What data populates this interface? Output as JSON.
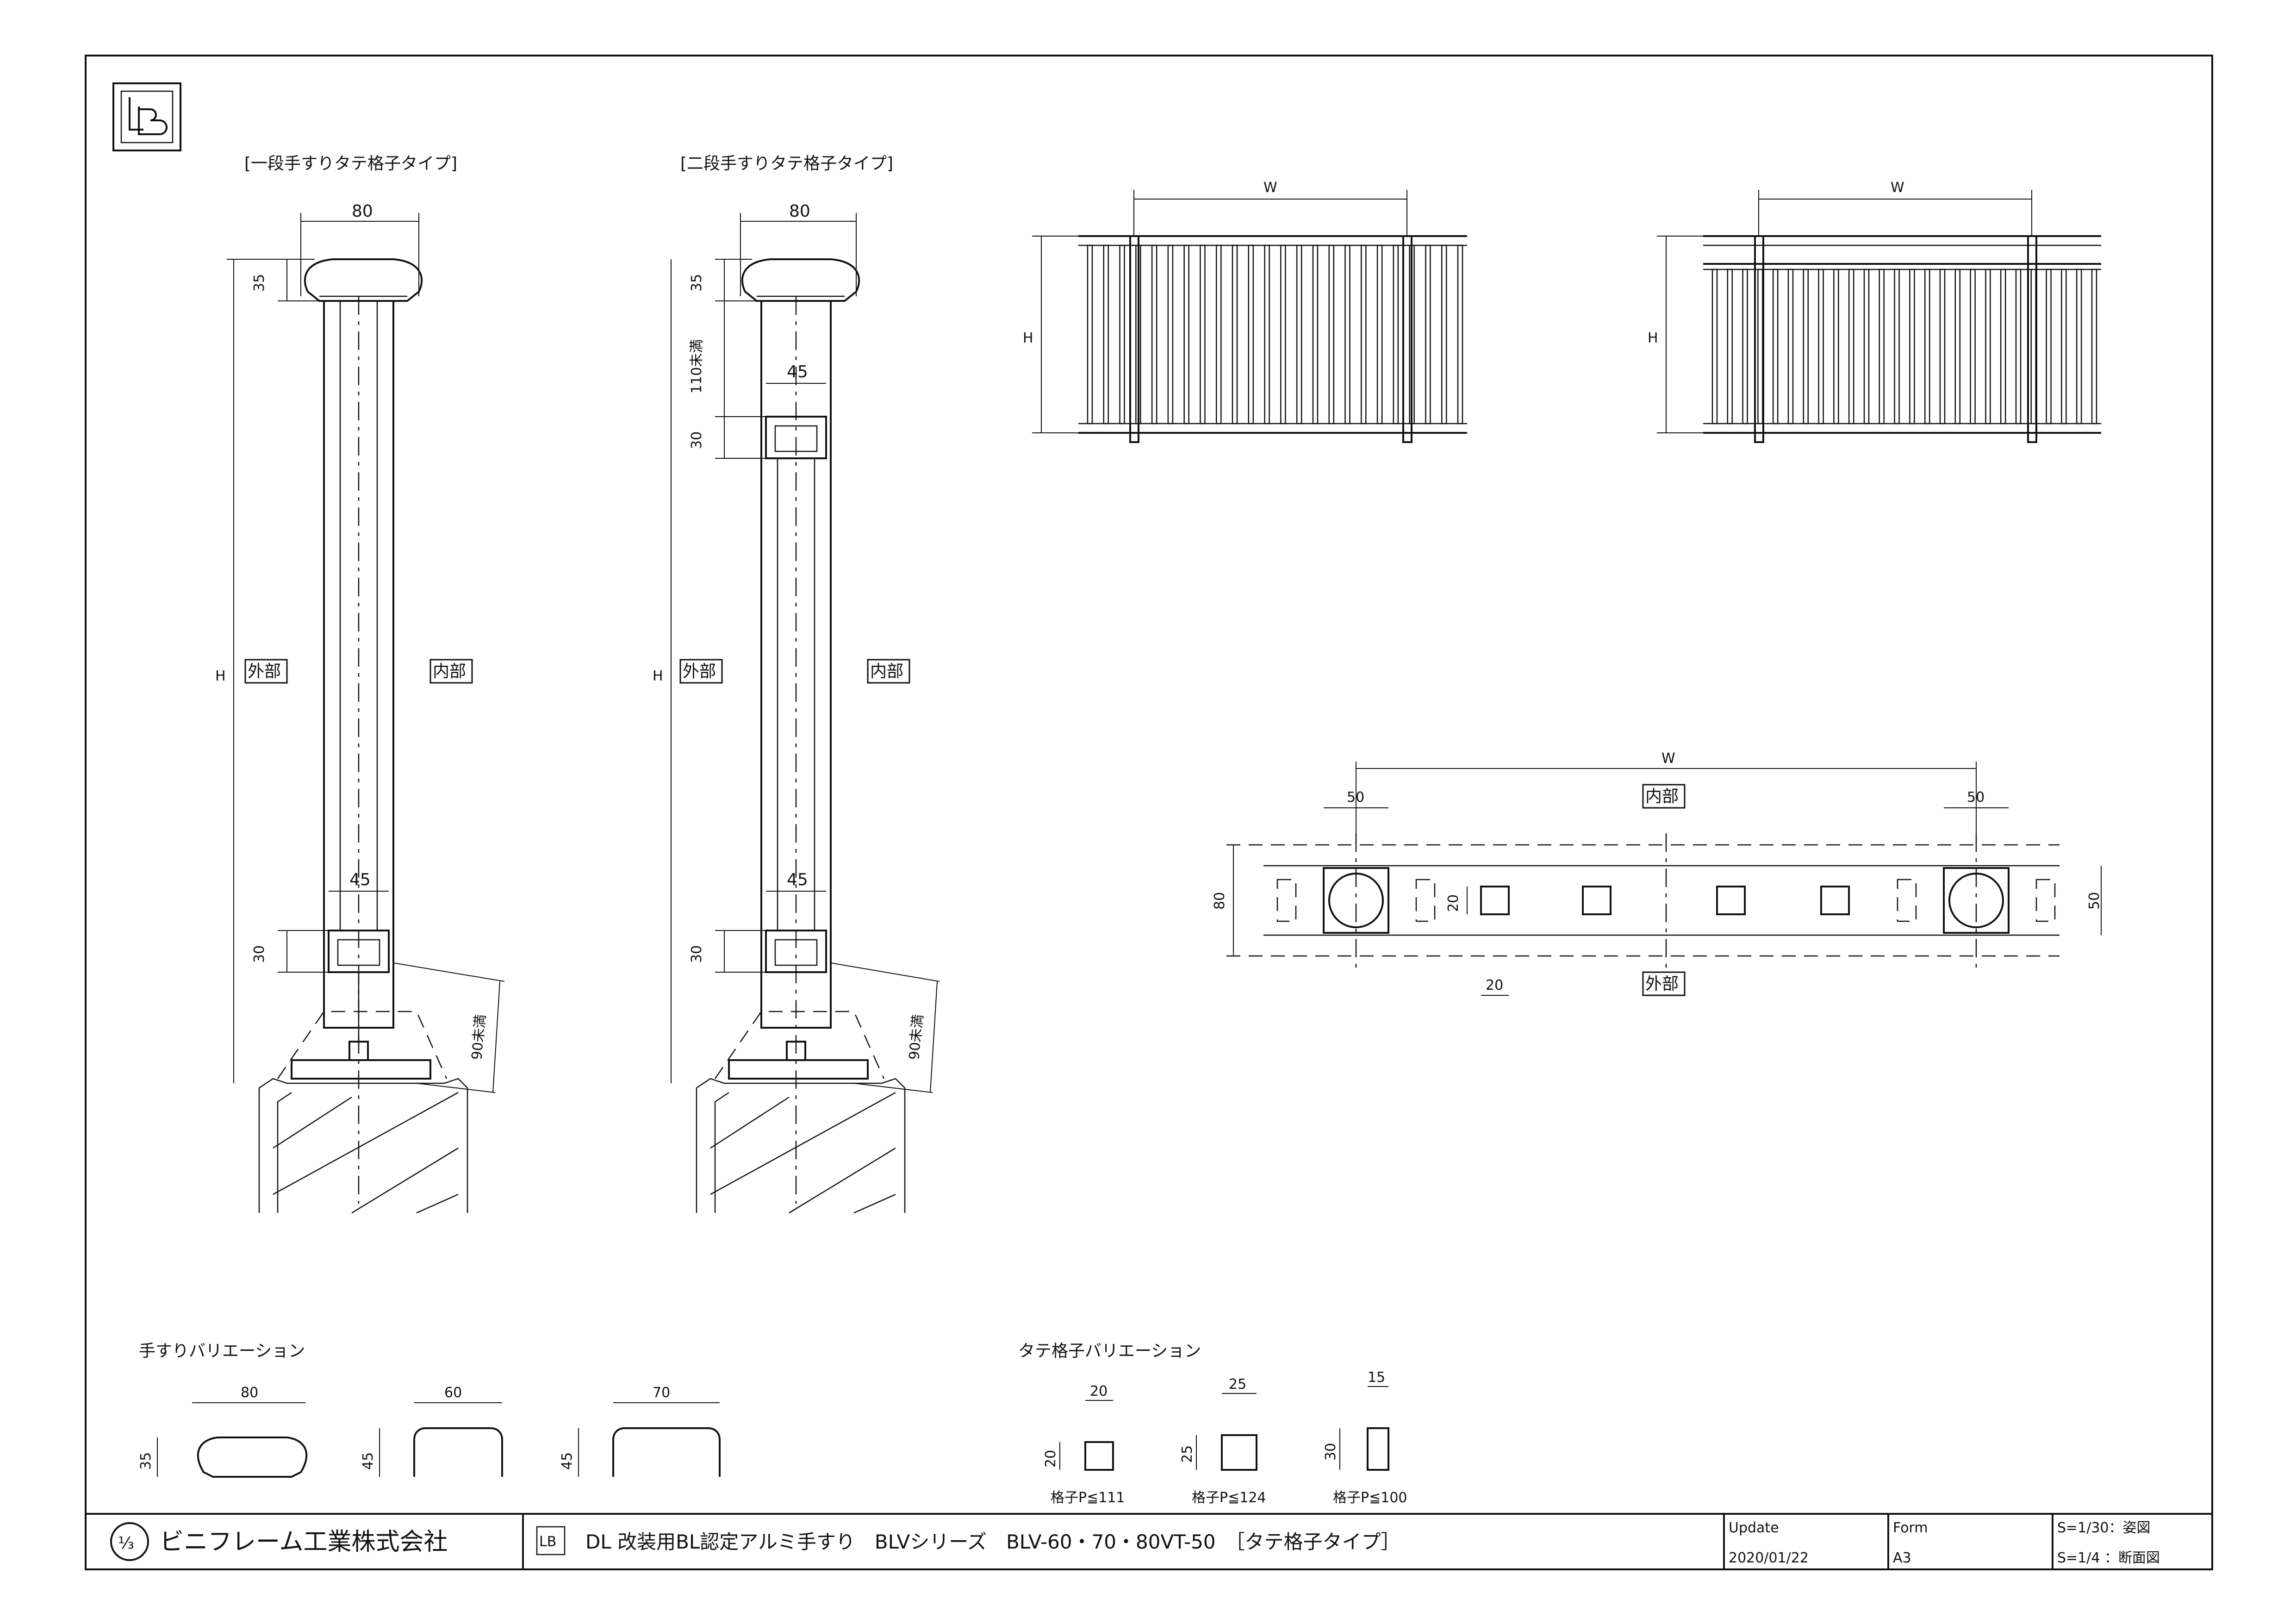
{
  "drawing": {
    "type1_title": "[一段手すりタテ格子タイプ]",
    "type2_title": "[二段手すりタテ格子タイプ]",
    "outside": "外部",
    "inside": "内部",
    "labels": {
      "w": "W",
      "h": "H",
      "d80": "80",
      "d35": "35",
      "d45": "45",
      "d30": "30",
      "d110": "110未満",
      "d90": "90未満",
      "d50": "50",
      "d20": "20",
      "d60": "60",
      "d70": "70",
      "d25": "25",
      "d15": "15"
    },
    "handrail_variation_title": "手すりバリエーション",
    "baluster_variation_title": "タテ格子バリエーション",
    "pitch": [
      "格子P≦111",
      "格子P≦124",
      "格子P≦100"
    ]
  },
  "title_block": {
    "company": "ビニフレーム工業株式会社",
    "logo_text": "LB",
    "drawing_title": "DL 改装用BL認定アルミ手すり　BLVシリーズ　BLV-60・70・80VT-50　［タテ格子タイプ］",
    "update_label": "Update",
    "update_value": "2020/01/22",
    "form_label": "Form",
    "form_value": "A3",
    "scale1": "S=1/30：姿図",
    "scale2": "S=1/4 ：断面図"
  }
}
